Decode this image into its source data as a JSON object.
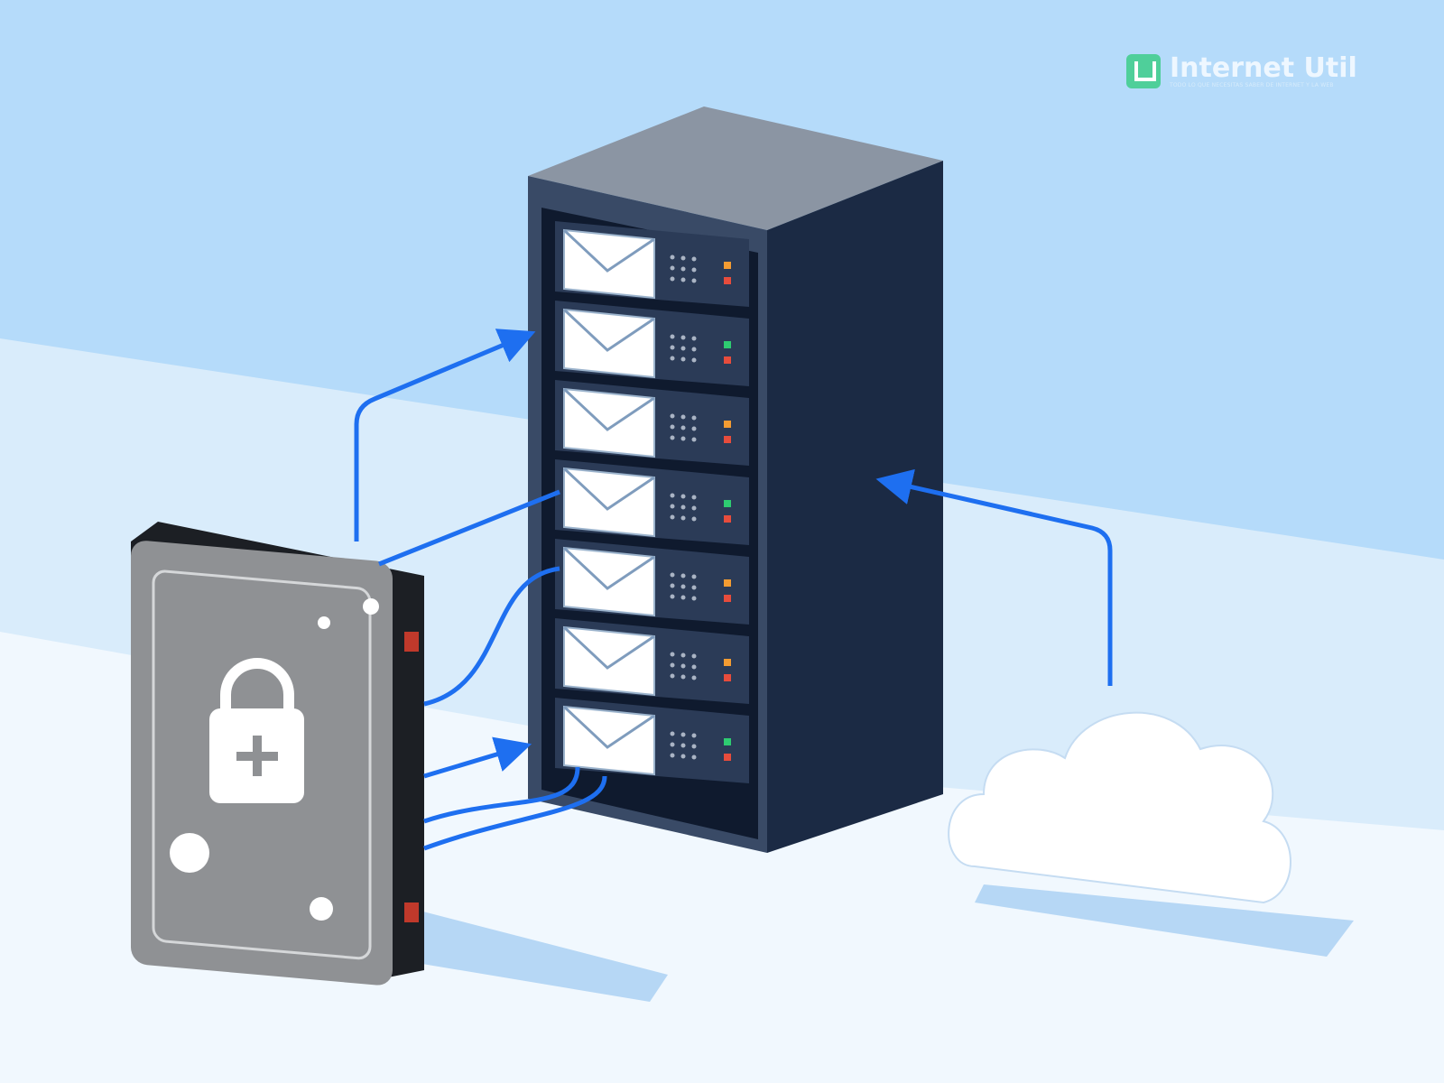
{
  "logo": {
    "title": "Internet Util",
    "tagline": "TODO LO QUE NECESITAS SABER DE INTERNET Y LA WEB"
  },
  "colors": {
    "sky": "#b5dbfa",
    "floor": "#e6f3fd",
    "rack": "#1b2a44",
    "arrow": "#1e6ff0",
    "drive": "#8f9194",
    "logo_accent": "#4fcf9a"
  },
  "server_units": 7
}
